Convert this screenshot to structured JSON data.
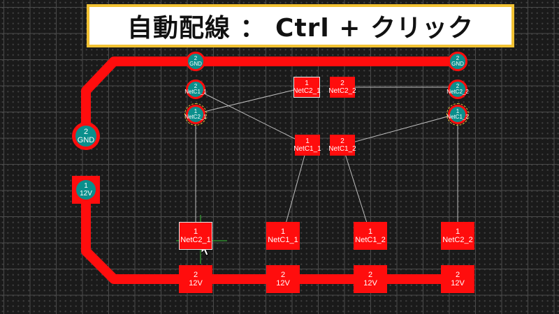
{
  "banner": {
    "text": "自動配線 ： Ctrl + クリック"
  },
  "colors": {
    "trace": "#ff0d0d",
    "ratsnest": "#bdbdbd",
    "via_fill": "#0a8f8c",
    "crosshair": "#2e8b2e"
  },
  "vias_left": [
    {
      "id": "via-gnd",
      "num": "2",
      "net": "GND"
    }
  ],
  "pad_12v_square": {
    "num": "1",
    "net": "12V"
  },
  "small_vias": [
    {
      "id": "sv-left-top",
      "num": "2",
      "net": "GND"
    },
    {
      "id": "sv-left-mid",
      "num": "2",
      "net": "NetC1_1"
    },
    {
      "id": "sv-left-low",
      "num": "1",
      "net": "NetC2_1"
    },
    {
      "id": "sv-right-top",
      "num": "2",
      "net": "GND"
    },
    {
      "id": "sv-right-mid",
      "num": "2",
      "net": "NetC2_2"
    },
    {
      "id": "sv-right-low",
      "num": "1",
      "net": "NetC1_2"
    }
  ],
  "pads": [
    {
      "id": "pad-netc2-1-top",
      "num": "1",
      "net": "NetC2_1"
    },
    {
      "id": "pad-netc2-2-top",
      "num": "2",
      "net": "NetC2_2"
    },
    {
      "id": "pad-netc1-1-mid",
      "num": "1",
      "net": "NetC1_1"
    },
    {
      "id": "pad-netc1-2-mid",
      "num": "2",
      "net": "NetC1_2"
    },
    {
      "id": "pad-bot-1",
      "num": "1",
      "net": "NetC2_1"
    },
    {
      "id": "pad-bot-2",
      "num": "1",
      "net": "NetC1_1"
    },
    {
      "id": "pad-bot-3",
      "num": "1",
      "net": "NetC1_2"
    },
    {
      "id": "pad-bot-4",
      "num": "1",
      "net": "NetC2_2"
    },
    {
      "id": "pad-12v-1",
      "num": "2",
      "net": "12V"
    },
    {
      "id": "pad-12v-2",
      "num": "2",
      "net": "12V"
    },
    {
      "id": "pad-12v-3",
      "num": "2",
      "net": "12V"
    },
    {
      "id": "pad-12v-4",
      "num": "2",
      "net": "12V"
    }
  ]
}
